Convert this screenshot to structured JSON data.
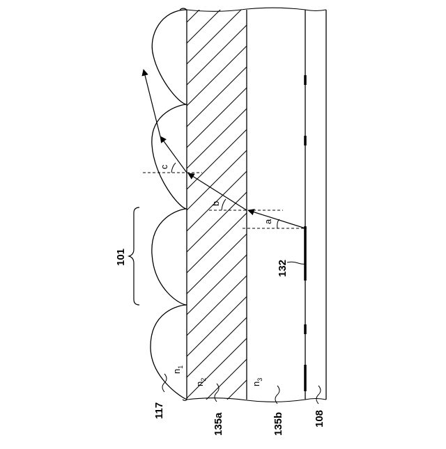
{
  "figure": {
    "refs": {
      "lens_array": "117",
      "layer_a": "135a",
      "layer_b": "135b",
      "substrate": "108",
      "lens_unit": "101",
      "emitter": "132"
    },
    "indices": {
      "n1": {
        "base": "n",
        "sub": "1"
      },
      "n2": {
        "base": "n",
        "sub": "2"
      },
      "n3": {
        "base": "n",
        "sub": "3"
      }
    },
    "angles": {
      "a": "a",
      "b": "b",
      "c": "c"
    }
  }
}
